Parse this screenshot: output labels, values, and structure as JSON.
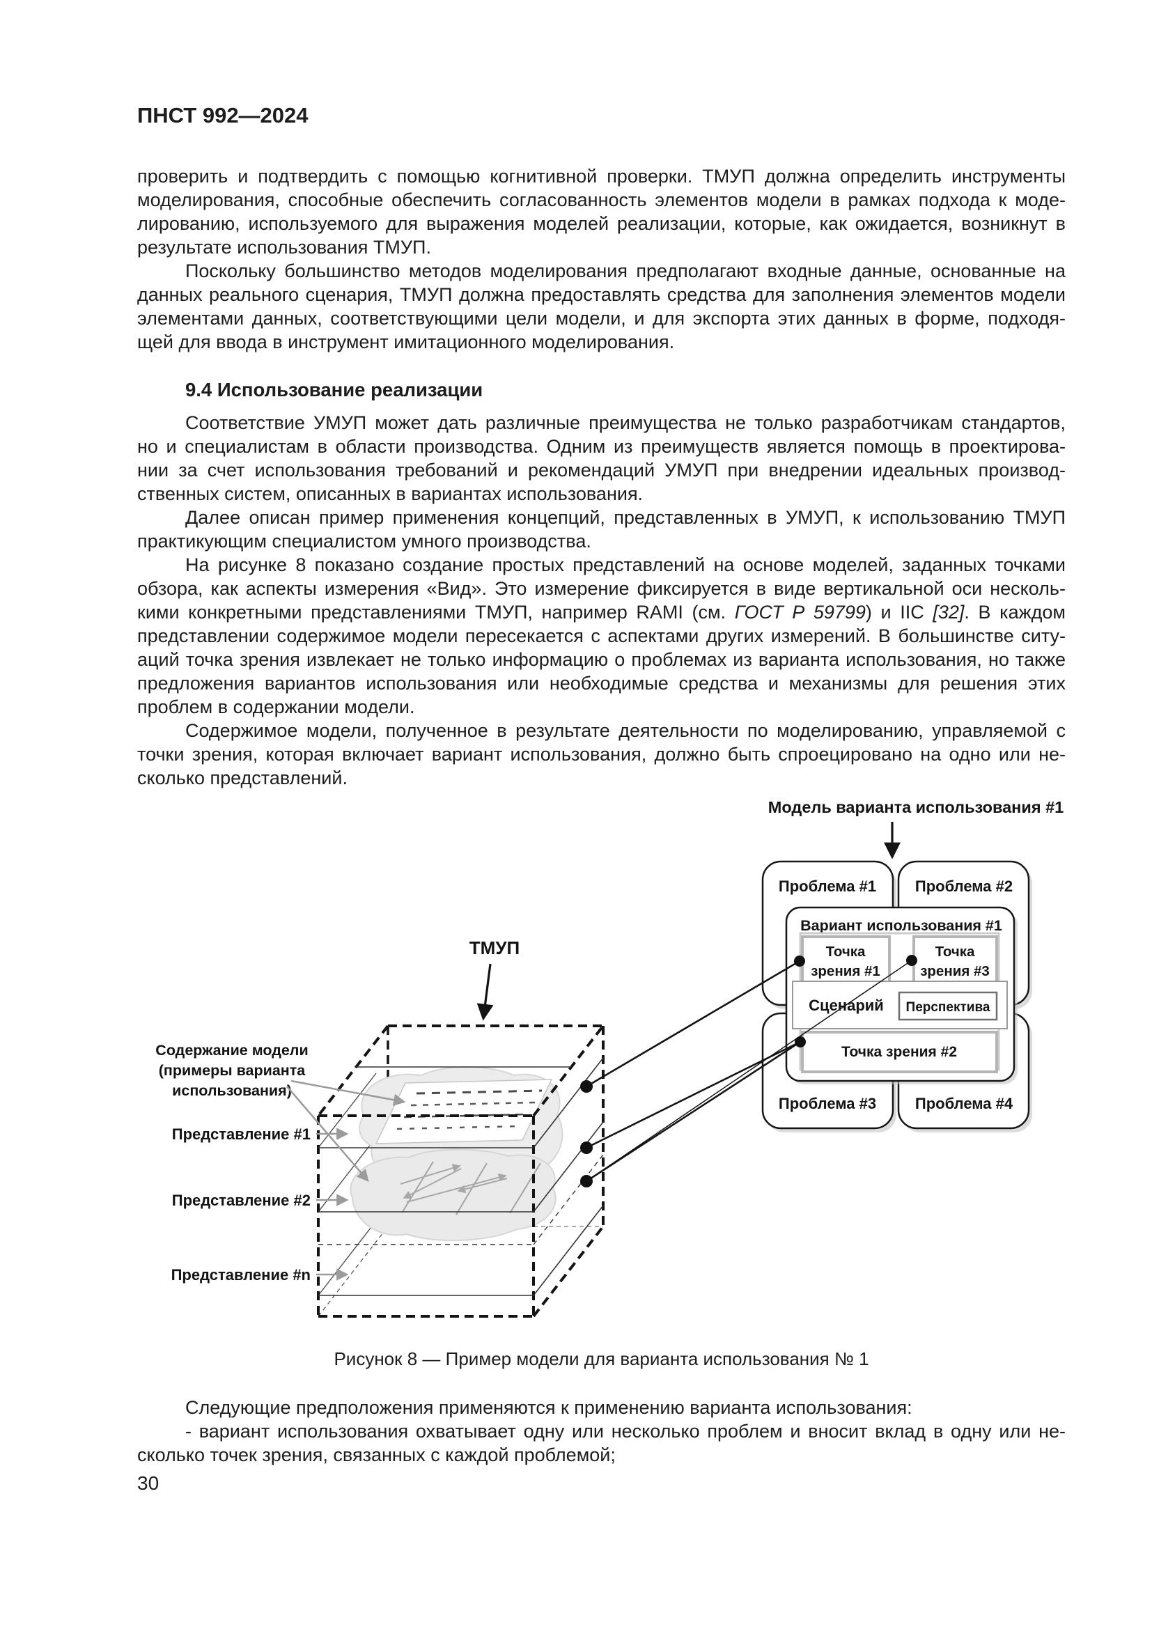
{
  "document": {
    "code": "ПНСТ 992—2024",
    "page_number": "30",
    "section_heading": "9.4 Использование реализации",
    "figure_caption": "Рисунок 8 — Пример модели для варианта использования № 1",
    "intro_paragraphs": [
      {
        "indent": false,
        "lines": [
          "проверить и подтвердить с помощью когнитивной проверки. ТМУП должна определить инструменты",
          "моделирования, способные обеспечить согласованность элементов модели в рамках подхода к моде-",
          "лированию, используемого для выражения моделей реализации, которые, как ожидается, возникнут в",
          "результате использования ТМУП."
        ]
      },
      {
        "indent": true,
        "lines": [
          "Поскольку большинство методов моделирования предполагают входные данные, основанные на",
          "данных реального сценария, ТМУП должна предоставлять средства для заполнения элементов модели",
          "элементами данных, соответствующими цели модели, и для экспорта этих данных в форме, подходя-",
          "щей для ввода в инструмент имитационного моделирования."
        ]
      }
    ],
    "section_paragraphs": [
      {
        "indent": true,
        "lines": [
          "Соответствие УМУП может дать различные преимущества не только разработчикам стандартов,",
          "но и специалистам в области производства. Одним из преимуществ является помощь в проектирова-",
          "нии за счет использования требований и рекомендаций УМУП при внедрении идеальных производ-",
          "ственных систем, описанных в вариантах использования."
        ]
      },
      {
        "indent": true,
        "lines": [
          "Далее описан пример применения концепций, представленных в УМУП, к использованию ТМУП",
          "практикующим специалистом умного производства."
        ]
      },
      {
        "indent": true,
        "lines": [
          "На рисунке 8 показано создание простых представлений на основе моделей, заданных точками",
          "обзора, как аспекты измерения «Вид». Это измерение фиксируется в виде вертикальной оси несколь-",
          "кими конкретными представлениями ТМУП, например RAMI (см. *ГОСТ Р 59799*) и IIC *[32]*. В каждом",
          "представлении содержимое модели пересекается с аспектами других измерений. В большинстве ситу-",
          "аций точка зрения извлекает не только информацию о проблемах из варианта использования, но также",
          "предложения вариантов использования или необходимые средства и механизмы для решения этих",
          "проблем в содержании модели."
        ]
      },
      {
        "indent": true,
        "lines": [
          "Содержимое модели, полученное в результате деятельности по моделированию, управляемой с",
          "точки зрения, которая включает вариант использования, должно быть спроецировано на одно или не-",
          "сколько представлений."
        ]
      }
    ],
    "closing_paragraphs": [
      {
        "indent": true,
        "lines": [
          "Следующие предположения применяются к применению варианта использования:"
        ]
      },
      {
        "indent": true,
        "lines": [
          "- вариант использования охватывает одну или несколько проблем и вносит вклад в одну или не-",
          "сколько точек зрения, связанных с каждой проблемой;"
        ]
      }
    ]
  },
  "figure": {
    "model_label": "Модель варианта использования #1",
    "tmup_label": "ТМУП",
    "content_label": [
      "Содержание модели",
      "(примеры варианта",
      "использования)"
    ],
    "view_labels": [
      "Представление #1",
      "Представление #2",
      "Представление #n"
    ],
    "problems": [
      "Проблема #1",
      "Проблема #2",
      "Проблема #3",
      "Проблема #4"
    ],
    "use_case_label": "Вариант использования #1",
    "viewpoint1": [
      "Точка",
      "зрения #1"
    ],
    "viewpoint3": [
      "Точка",
      "зрения #3"
    ],
    "viewpoint2": "Точка зрения #2",
    "scenario": "Сценарий",
    "perspective": "Перспектива"
  }
}
